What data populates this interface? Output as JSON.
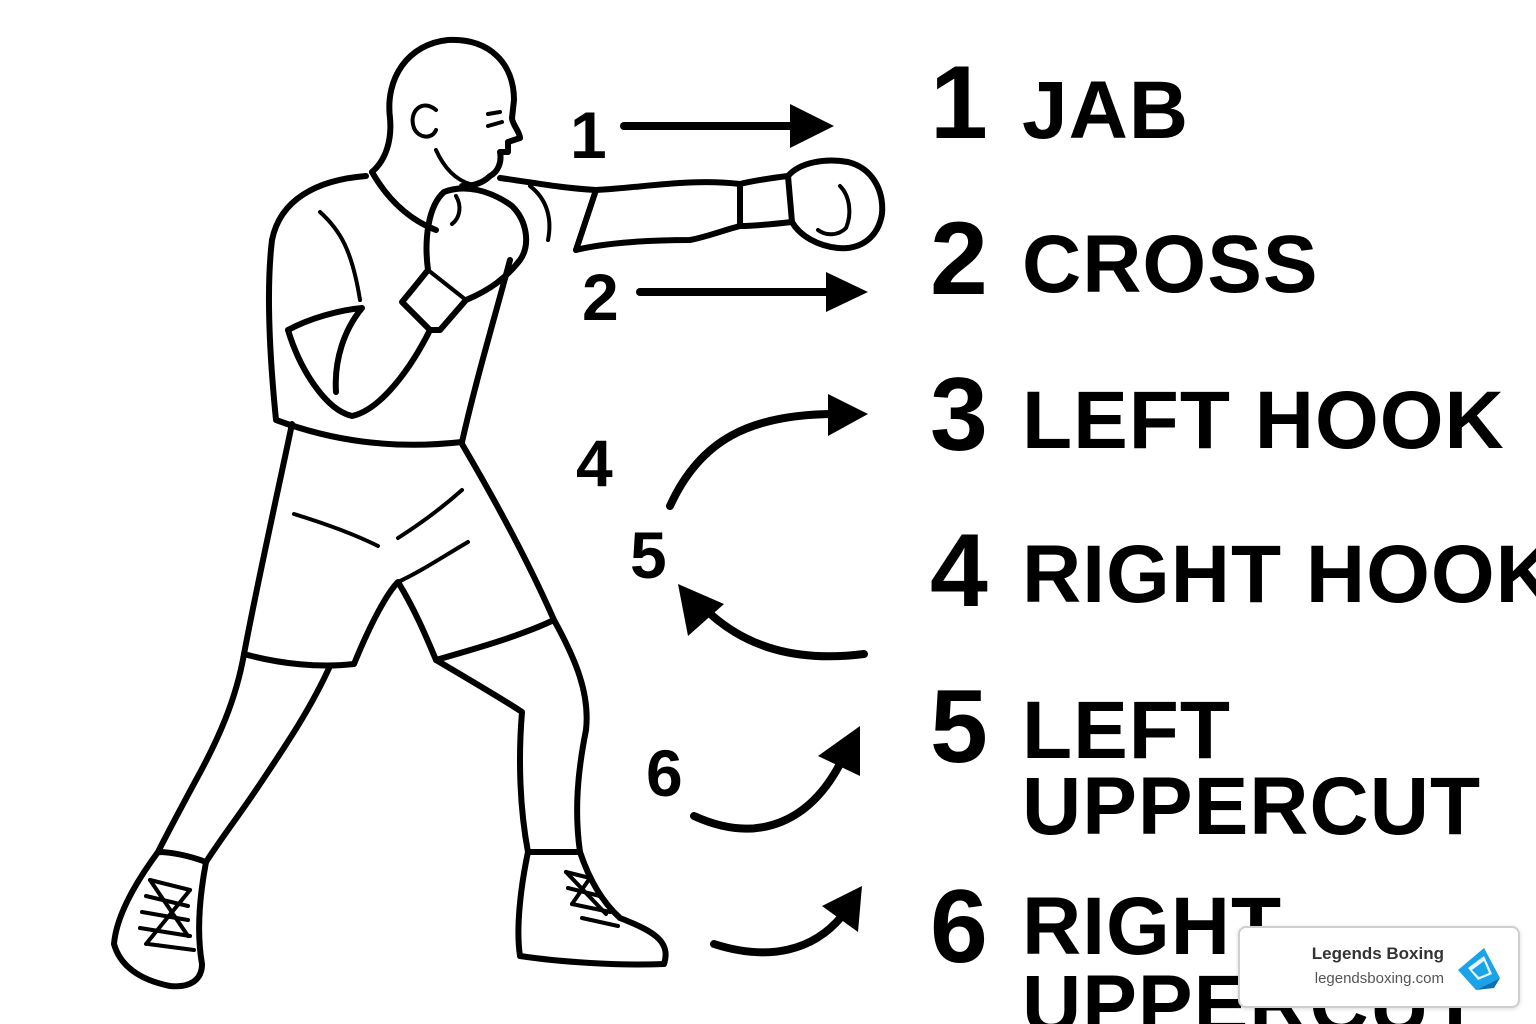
{
  "arrow_numbers": [
    "1",
    "2",
    "4",
    "5",
    "6"
  ],
  "punches": [
    {
      "num": "1",
      "lines": [
        "JAB"
      ]
    },
    {
      "num": "2",
      "lines": [
        "CROSS"
      ]
    },
    {
      "num": "3",
      "lines": [
        "LEFT HOOK"
      ]
    },
    {
      "num": "4",
      "lines": [
        "RIGHT HOOK"
      ]
    },
    {
      "num": "5",
      "lines": [
        "LEFT",
        "UPPERCUT"
      ]
    },
    {
      "num": "6",
      "lines": [
        "RIGHT",
        "UPPERCUT"
      ]
    }
  ],
  "badge": {
    "name": "Legends Boxing",
    "url": "legendsboxing.com",
    "logo_colors": [
      "#1aa3e8",
      "#0a6fb5"
    ]
  },
  "icons": {
    "boxer": "boxer-illustration",
    "logo": "legends-boxing-logo-icon"
  }
}
